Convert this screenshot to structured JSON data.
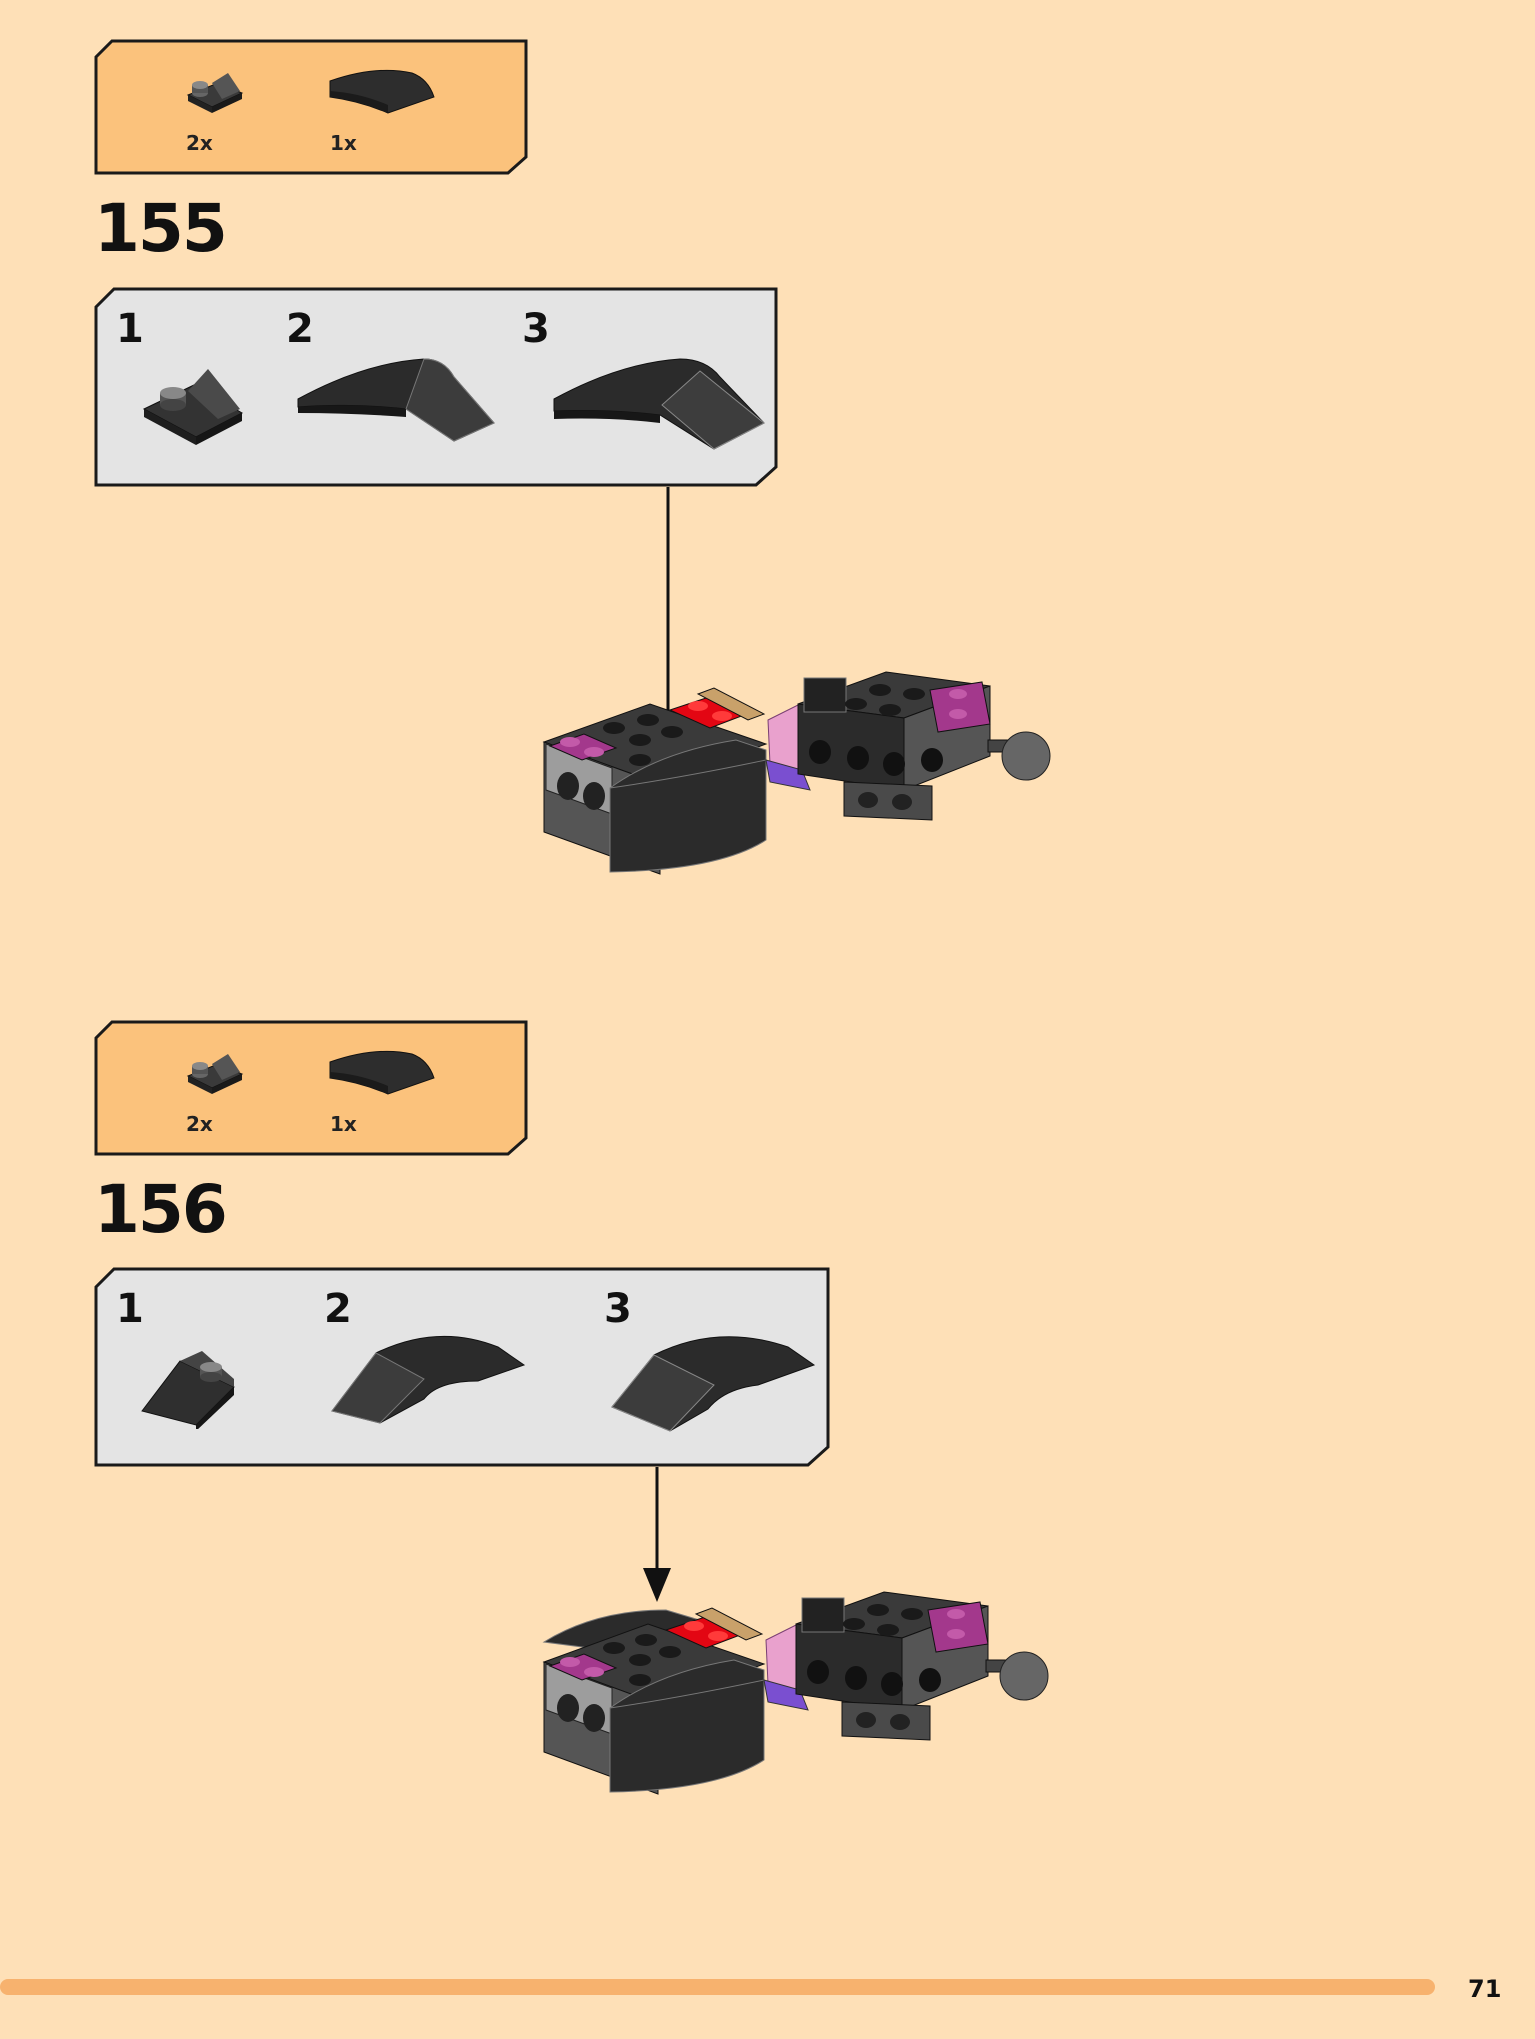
{
  "steps": [
    {
      "number": "155",
      "parts": [
        {
          "icon": "slope-plate-icon",
          "qty": "2x"
        },
        {
          "icon": "curved-slope-icon",
          "qty": "1x"
        }
      ],
      "substeps": [
        "1",
        "2",
        "3"
      ]
    },
    {
      "number": "156",
      "parts": [
        {
          "icon": "slope-plate-icon",
          "qty": "2x"
        },
        {
          "icon": "curved-slope-icon",
          "qty": "1x"
        }
      ],
      "substeps": [
        "1",
        "2",
        "3"
      ]
    }
  ],
  "page_number": "71",
  "colors": {
    "page_background": "#FEE0B7",
    "parts_box": "#FBC27C",
    "substep_box": "#E4E4E4",
    "accent_bar": "#F7B26E",
    "brick_dark": "#2B2B2B",
    "brick_red": "#E30613",
    "brick_magenta": "#A3388C",
    "brick_purple": "#7A4FD0",
    "brick_tan": "#C9A16A"
  }
}
